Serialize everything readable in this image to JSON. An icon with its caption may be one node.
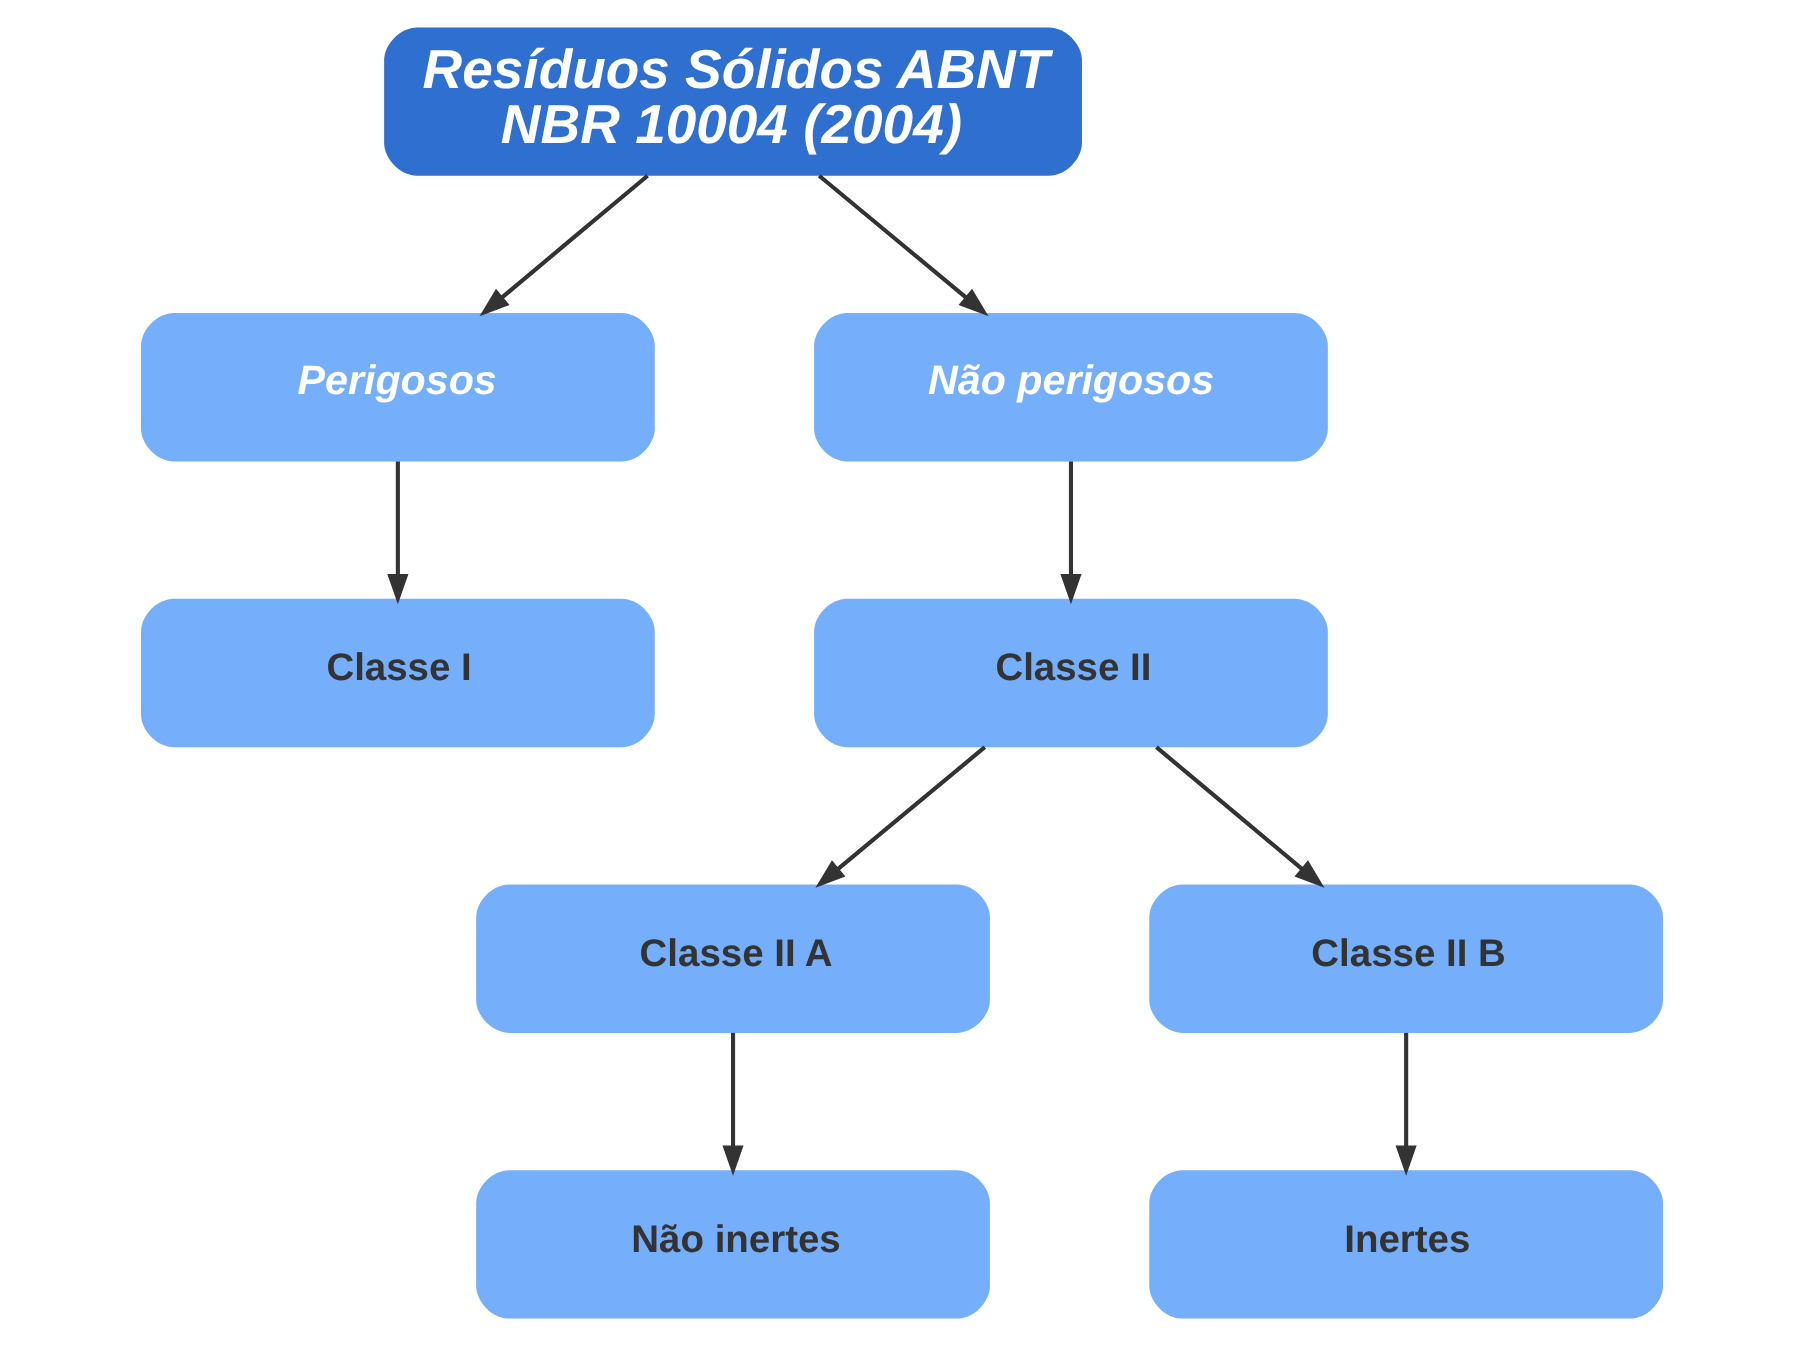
{
  "diagram": {
    "nodes": [
      {
        "text": [
          "Resíduos Sólidos ABNT NBR 10004 (2004)"
        ]
      },
      {
        "text": [
          "Perigosos"
        ]
      },
      {
        "text": [
          "Não perigosos"
        ]
      },
      {
        "text": [
          "Classe I"
        ]
      },
      {
        "text": [
          "Classe II"
        ]
      },
      {
        "text": [
          "Classe II A"
        ]
      },
      {
        "text": [
          "Classe II B"
        ]
      },
      {
        "text": [
          "Não inertes"
        ]
      },
      {
        "text": [
          "Inertes"
        ]
      }
    ],
    "edges": [
      {
        "from": 0,
        "to": 1,
        "arrow": "to"
      },
      {
        "from": 0,
        "to": 2,
        "arrow": "to"
      },
      {
        "from": 1,
        "to": 3,
        "arrow": "to"
      },
      {
        "from": 2,
        "to": 4,
        "arrow": "to"
      },
      {
        "from": 4,
        "to": 5,
        "arrow": "to"
      },
      {
        "from": 4,
        "to": 6,
        "arrow": "to"
      },
      {
        "from": 5,
        "to": 7,
        "arrow": "to"
      },
      {
        "from": 6,
        "to": 8,
        "arrow": "to"
      }
    ]
  }
}
